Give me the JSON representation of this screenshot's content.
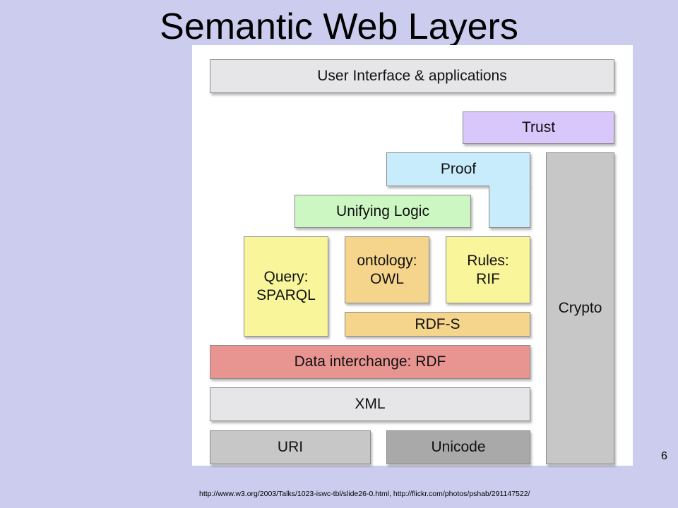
{
  "title": "Semantic Web Layers",
  "page_number": "6",
  "source": "http://www.w3.org/2003/Talks/1023-iswc-tbl/slide26-0.html,  http://flickr.com/photos/pshab/291147522/",
  "layers": {
    "user_interface": "User Interface & applications",
    "trust": "Trust",
    "proof": "Proof",
    "unifying_logic": "Unifying Logic",
    "query": [
      "Query:",
      "SPARQL"
    ],
    "ontology": [
      "ontology:",
      "OWL"
    ],
    "rules": [
      "Rules:",
      "RIF"
    ],
    "rdfs": "RDF-S",
    "rdf": "Data interchange: RDF",
    "xml": "XML",
    "uri": "URI",
    "unicode": "Unicode",
    "crypto": "Crypto"
  },
  "colors": {
    "background": "#ccccee",
    "user_interface": "#e6e6e8",
    "trust": "#d9c6fb",
    "proof": "#c8ecfb",
    "unifying_logic": "#ccf7c2",
    "query_rules": "#f9f59a",
    "ontology_rdfs": "#f5d48c",
    "rdf": "#e89592",
    "xml": "#e6e6e8",
    "uri": "#c7c7c7",
    "unicode": "#a9a9a9",
    "crypto": "#c7c7c7"
  }
}
